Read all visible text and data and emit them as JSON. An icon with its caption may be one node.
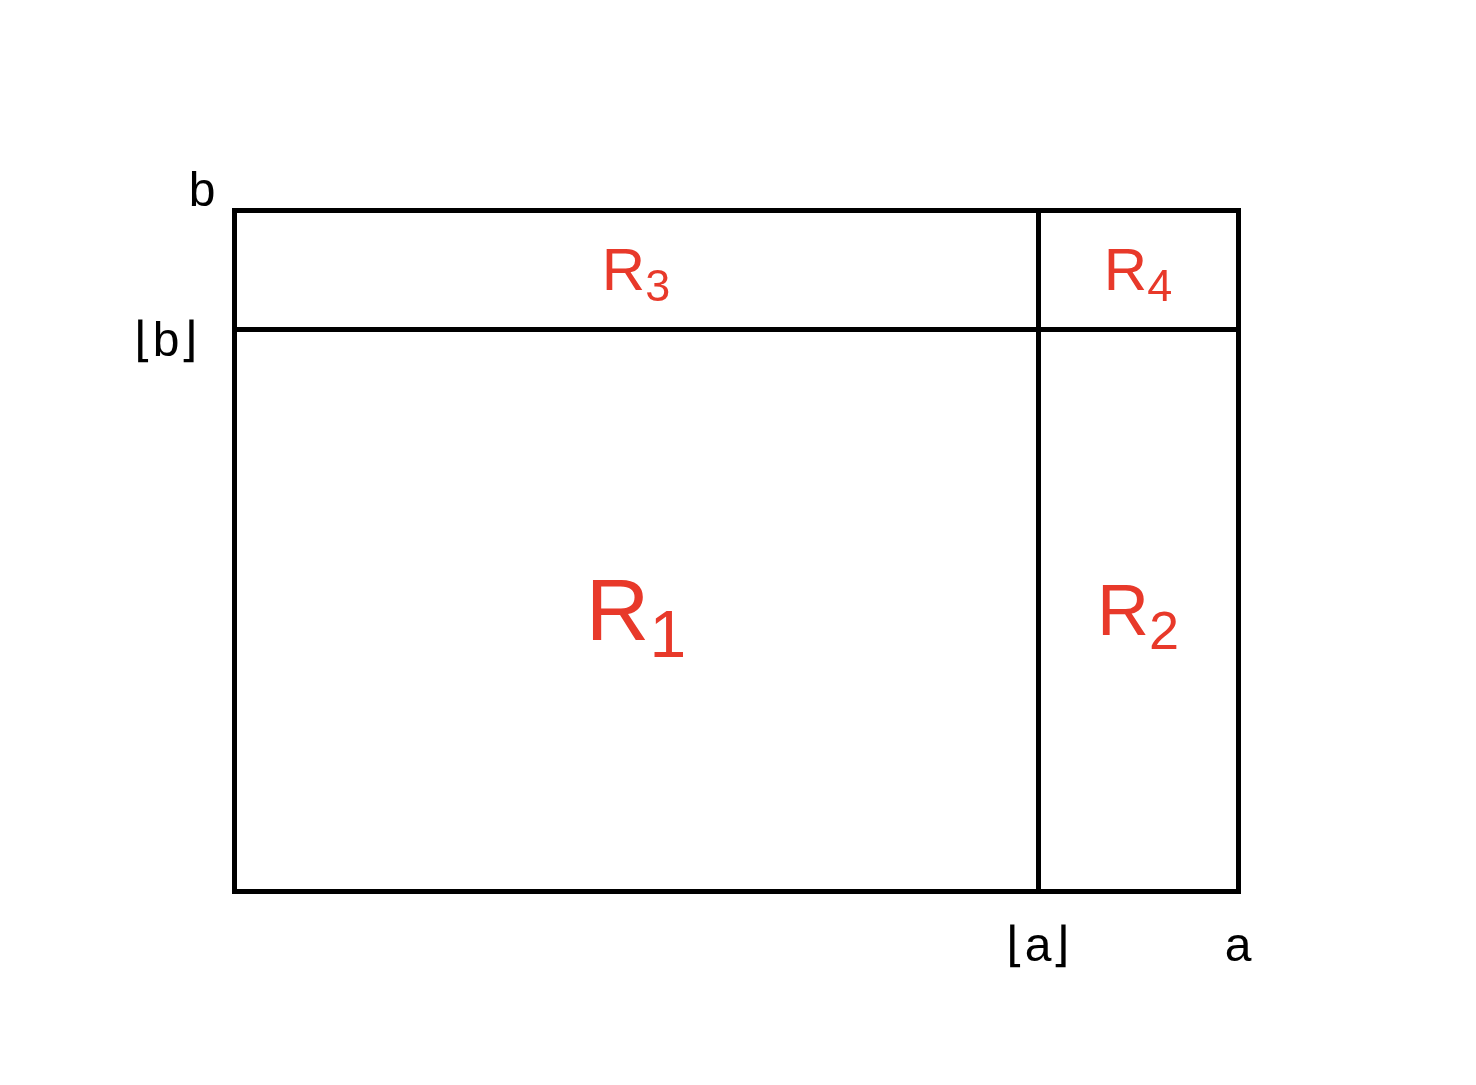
{
  "diagram": {
    "nodes": [
      {
        "text": [
          "R$_{3}$"
        ]
      },
      {
        "text": [
          "R$_{4}$"
        ]
      },
      {
        "text": [
          "R$_{1}$"
        ]
      },
      {
        "text": [
          "R$_{2}$"
        ]
      }
    ],
    "labels": [
      "b",
      "⌊b⌋",
      "⌊a⌋",
      "a"
    ]
  }
}
